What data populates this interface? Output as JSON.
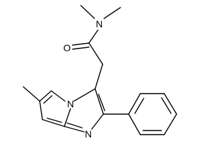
{
  "molecule": {
    "atom_labels": {
      "amide_nitrogen": "N",
      "carbonyl_oxygen": "O",
      "bridgehead_nitrogen": "N",
      "imidazole_nitrogen": "N"
    },
    "colors": {
      "bond": "#000000",
      "label": "#000000",
      "background": "#ffffff"
    }
  }
}
